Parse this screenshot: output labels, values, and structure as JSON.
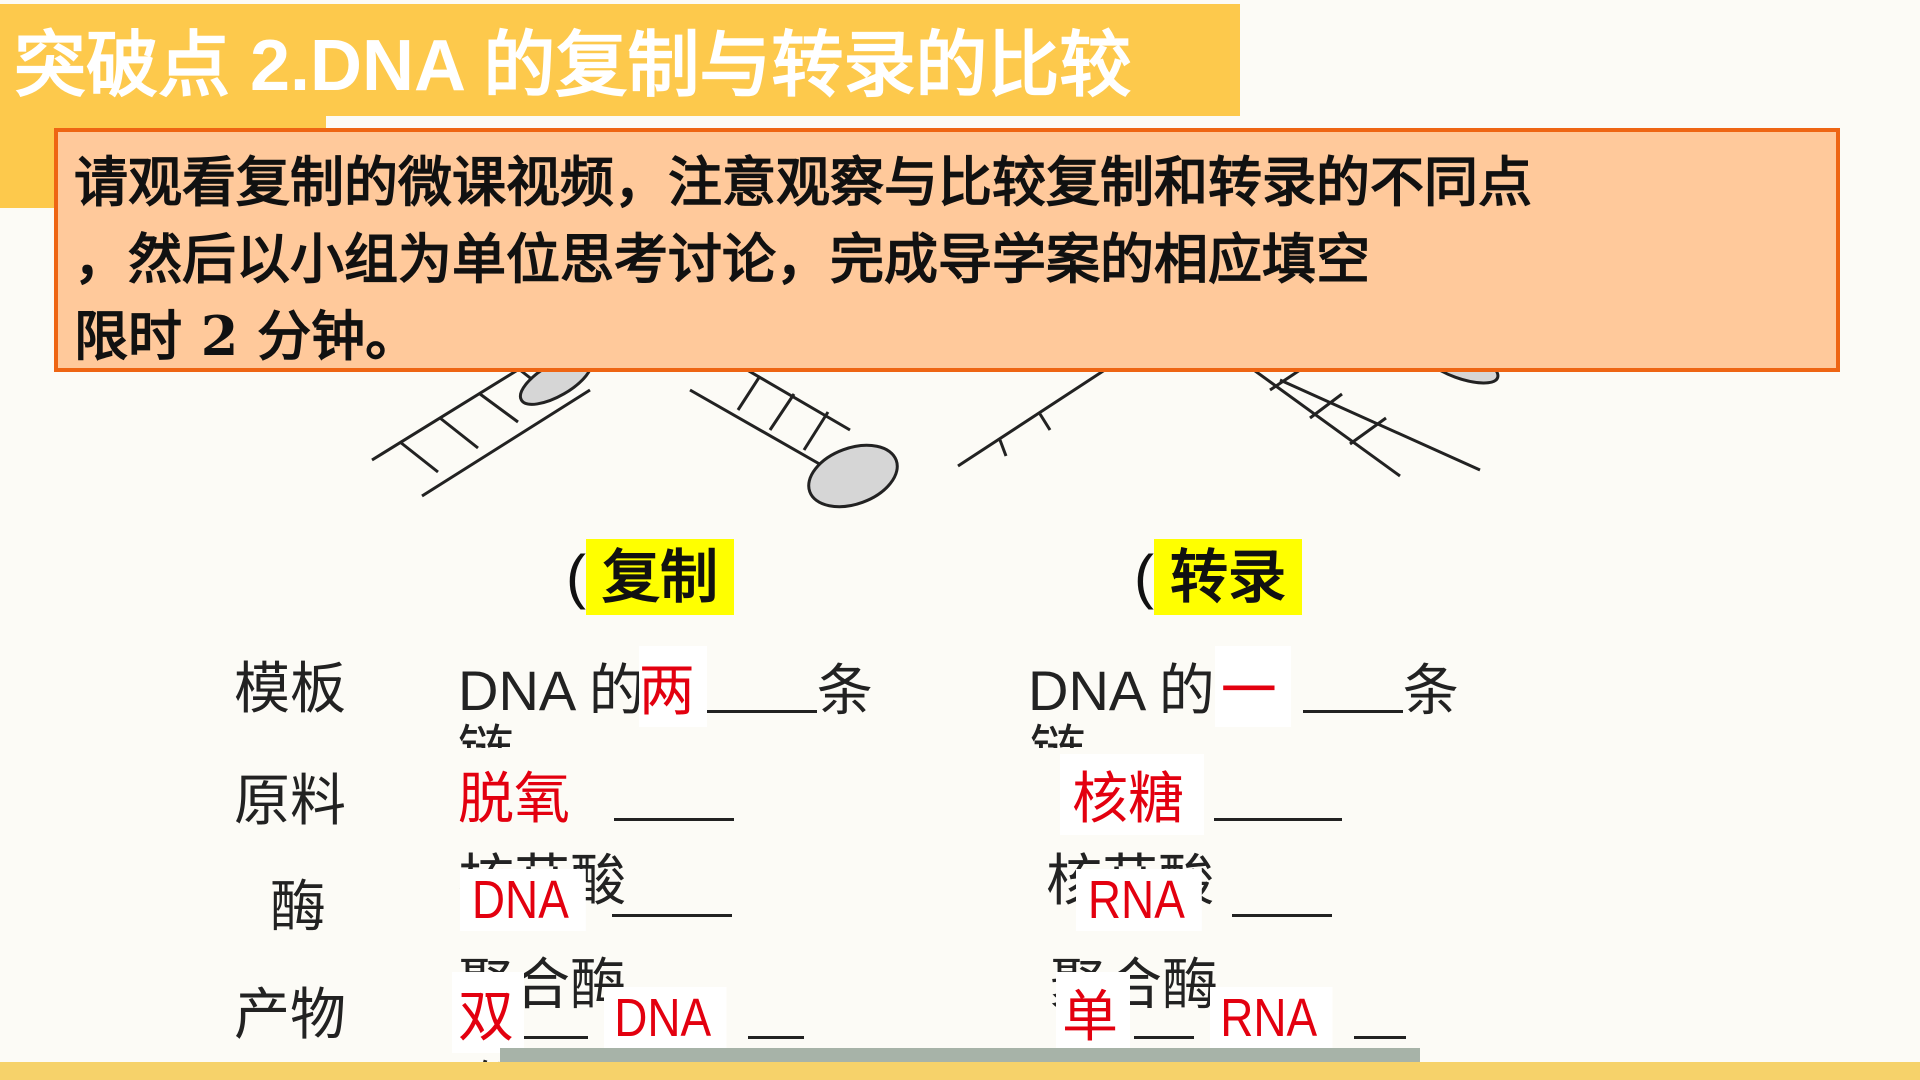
{
  "title": "突破点 2.DNA 的复制与转录的比较",
  "notice": {
    "line1": "请观看复制的微课视频，注意观察与比较复制和转录的不同点",
    "line2": "，然后以小组为单位思考讨论，完成导学案的相应填空",
    "line3": "限时 2 分钟。"
  },
  "panels": {
    "left": {
      "paren": "(",
      "label": "复制"
    },
    "right": {
      "paren": "(",
      "label": "转录"
    }
  },
  "rows": {
    "template": {
      "label": "模板"
    },
    "material": {
      "label": "原料"
    },
    "enzyme": {
      "label": "酶"
    },
    "product": {
      "label": "产物"
    }
  },
  "replication": {
    "template_prefix": "DNA 的",
    "template_answer": "两",
    "template_suffix": "条",
    "template_tail": "链",
    "material_answer": "脱氧",
    "material_tail": "核苷酸",
    "enzyme_answer": "DNA",
    "enzyme_tail": "聚合酶",
    "product_answer1": "双",
    "product_answer2": "DNA",
    "product_tail": "链"
  },
  "transcription": {
    "template_prefix": "DNA 的",
    "template_answer": "一",
    "template_suffix": "条",
    "template_tail": "链",
    "material_answer": "核糖",
    "material_tail": "核苷酸",
    "enzyme_answer": "RNA",
    "enzyme_tail": "聚合酶",
    "product_answer1": "单",
    "product_answer2": "RNA",
    "product_tail": "链"
  }
}
